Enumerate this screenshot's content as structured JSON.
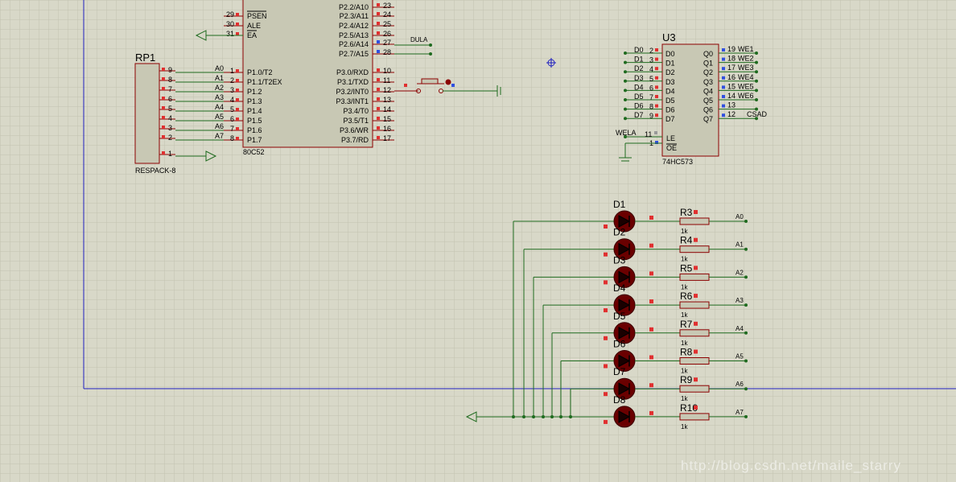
{
  "mcu": {
    "type": "80C52",
    "left_pins": [
      {
        "num": "29",
        "label": "PSEN",
        "overline": true
      },
      {
        "num": "30",
        "label": "ALE"
      },
      {
        "num": "31",
        "label": "EA",
        "overline": true
      },
      {
        "num": "1",
        "label": "P1.0/T2"
      },
      {
        "num": "2",
        "label": "P1.1/T2EX"
      },
      {
        "num": "3",
        "label": "P1.2"
      },
      {
        "num": "4",
        "label": "P1.3"
      },
      {
        "num": "5",
        "label": "P1.4"
      },
      {
        "num": "6",
        "label": "P1.5"
      },
      {
        "num": "7",
        "label": "P1.6"
      },
      {
        "num": "8",
        "label": "P1.7"
      }
    ],
    "right_pins": [
      {
        "num": "23",
        "label": "P2.2/A10"
      },
      {
        "num": "24",
        "label": "P2.3/A11"
      },
      {
        "num": "25",
        "label": "P2.4/A12"
      },
      {
        "num": "26",
        "label": "P2.5/A13"
      },
      {
        "num": "27",
        "label": "P2.6/A14"
      },
      {
        "num": "28",
        "label": "P2.7/A15"
      },
      {
        "num": "10",
        "label": "P3.0/RXD"
      },
      {
        "num": "11",
        "label": "P3.1/TXD"
      },
      {
        "num": "12",
        "label": "P3.2/INT0"
      },
      {
        "num": "13",
        "label": "P3.3/INT1"
      },
      {
        "num": "14",
        "label": "P3.4/T0"
      },
      {
        "num": "15",
        "label": "P3.5/T1"
      },
      {
        "num": "16",
        "label": "P3.6/WR"
      },
      {
        "num": "17",
        "label": "P3.7/RD"
      }
    ],
    "p1_nets": [
      "A0",
      "A1",
      "A2",
      "A3",
      "A4",
      "A5",
      "A6",
      "A7"
    ],
    "p2_net_label": "DULA"
  },
  "rp1": {
    "ref": "RP1",
    "type": "RESPACK-8",
    "pins": [
      "9",
      "8",
      "7",
      "6",
      "5",
      "4",
      "3",
      "2",
      "1"
    ]
  },
  "u3": {
    "ref": "U3",
    "type": "74HC573",
    "d_pins": [
      {
        "net": "D0",
        "num": "2",
        "label": "D0"
      },
      {
        "net": "D1",
        "num": "3",
        "label": "D1"
      },
      {
        "net": "D2",
        "num": "4",
        "label": "D2"
      },
      {
        "net": "D3",
        "num": "5",
        "label": "D3"
      },
      {
        "net": "D4",
        "num": "6",
        "label": "D4"
      },
      {
        "net": "D5",
        "num": "7",
        "label": "D5"
      },
      {
        "net": "D6",
        "num": "8",
        "label": "D6"
      },
      {
        "net": "D7",
        "num": "9",
        "label": "D7"
      }
    ],
    "q_pins": [
      {
        "num": "19",
        "label": "Q0",
        "net": "WE1"
      },
      {
        "num": "18",
        "label": "Q1",
        "net": "WE2"
      },
      {
        "num": "17",
        "label": "Q2",
        "net": "WE3"
      },
      {
        "num": "16",
        "label": "Q3",
        "net": "WE4"
      },
      {
        "num": "15",
        "label": "Q4",
        "net": "WE5"
      },
      {
        "num": "14",
        "label": "Q5",
        "net": "WE6"
      },
      {
        "num": "13",
        "label": "Q6",
        "net": ""
      },
      {
        "num": "12",
        "label": "Q7",
        "net": "CSAD"
      }
    ],
    "le_pin": {
      "num": "11",
      "label": "LE",
      "net": "WELA"
    },
    "oe_pin": {
      "num": "1",
      "label": "OE"
    }
  },
  "led_rows": [
    {
      "led": "D1",
      "res": "R3",
      "value": "1k",
      "net": "A0"
    },
    {
      "led": "D2",
      "res": "R4",
      "value": "1k",
      "net": "A1"
    },
    {
      "led": "D3",
      "res": "R5",
      "value": "1k",
      "net": "A2"
    },
    {
      "led": "D4",
      "res": "R6",
      "value": "1k",
      "net": "A3"
    },
    {
      "led": "D5",
      "res": "R7",
      "value": "1k",
      "net": "A4"
    },
    {
      "led": "D6",
      "res": "R8",
      "value": "1k",
      "net": "A5"
    },
    {
      "led": "D7",
      "res": "R9",
      "value": "1k",
      "net": "A6"
    },
    {
      "led": "D8",
      "res": "R10",
      "value": "1k",
      "net": "A7"
    }
  ],
  "watermark": "http://blog.csdn.net/maile_starry",
  "colors": {
    "sheet": "#d8d8c8",
    "grid": "#c2c2b0",
    "wire": "#1e6a1e",
    "component": "#8b0000",
    "body": "#c8c8b4",
    "pin_red": "#e03030",
    "pin_blue": "#3050e0",
    "border": "#2020c0"
  }
}
